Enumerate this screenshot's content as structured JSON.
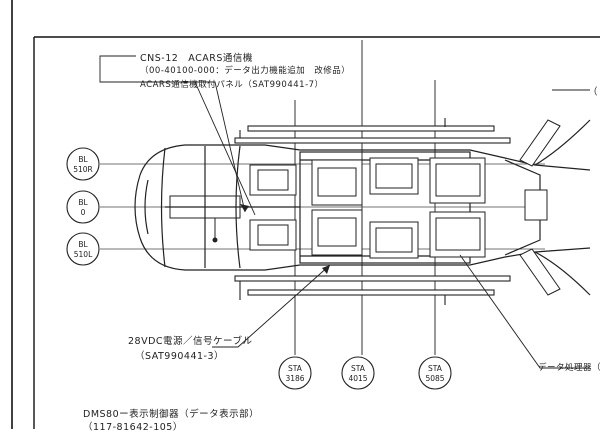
{
  "callouts": {
    "cns12": {
      "line1": "CNS-12　ACARS通信機",
      "line2": "（00-40100-000：データ出力機能追加　改修品）",
      "line3": "ACARS通信機取付パネル（SAT990441-7）"
    },
    "cable": {
      "line1": "28VDC電源／信号ケーブル",
      "line2": "（SAT990441-3）"
    },
    "dms": {
      "line1": "DMS80ー表示制御器（データ表示部）",
      "line2": "（117-81642-105）"
    },
    "data_unit": "データ処理器（",
    "right_top": "（"
  },
  "stations": {
    "bl510r": [
      "BL",
      "510R"
    ],
    "bl0": [
      "BL",
      "0"
    ],
    "bl510l": [
      "BL",
      "510L"
    ],
    "sta3186": [
      "STA",
      "3186"
    ],
    "sta4015": [
      "STA",
      "4015"
    ],
    "sta5085": [
      "STA",
      "5085"
    ]
  }
}
